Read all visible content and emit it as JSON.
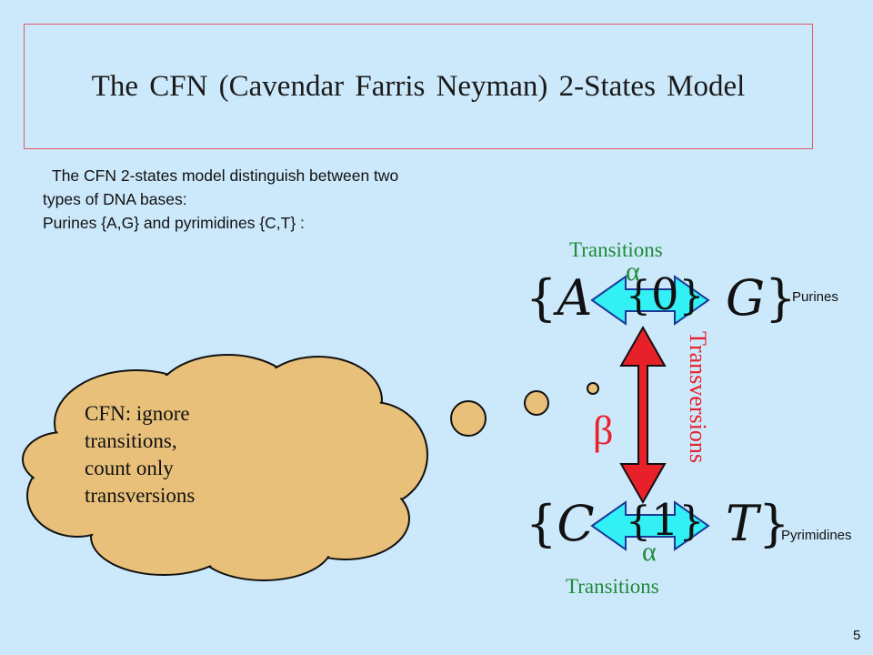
{
  "title": "The CFN (Cavendar Farris Neyman)  2-States Model",
  "intro": {
    "line1": "The CFN 2-states model distinguish between two",
    "line2": "types of DNA bases:",
    "line3": "Purines {A,G} and pyrimidines {C,T} :"
  },
  "diagram": {
    "top_transitions": "Transitions",
    "bottom_transitions": "Transitions",
    "alpha": "α",
    "beta": "β",
    "transversions": "Transversions",
    "purines_label": "Purines",
    "pyrimidines_label": "Pyrimidines",
    "set_a": "A",
    "set_g": "G",
    "set_c": "C",
    "set_t": "T",
    "state_0": "0",
    "state_1": "1"
  },
  "cloud": {
    "line1": "CFN: ignore",
    "line2": "transitions,",
    "line3": "count only",
    "line4": "transversions"
  },
  "page_number": "5",
  "colors": {
    "background": "#cce9fb",
    "arrow_cyan": "#33f0f5",
    "arrow_red": "#e8202a",
    "cloud_fill": "#e8c07a",
    "green_text": "#1f8a3a"
  }
}
